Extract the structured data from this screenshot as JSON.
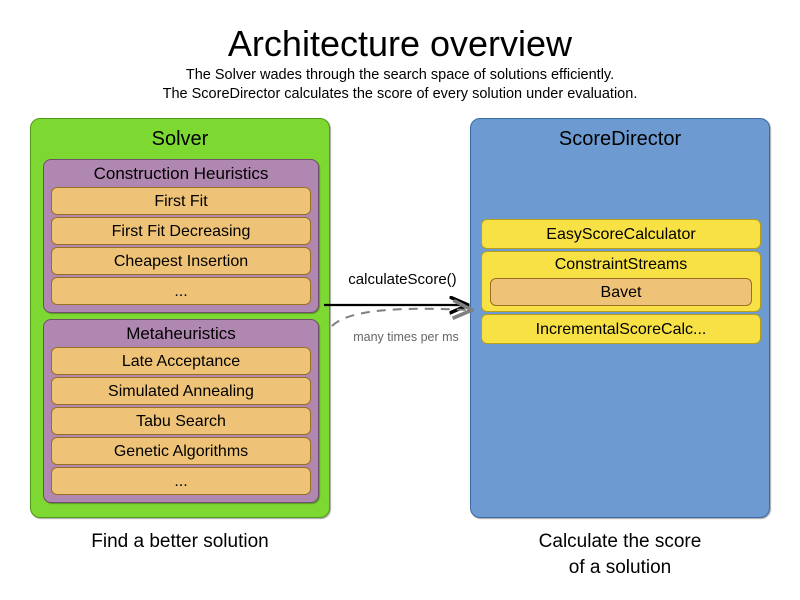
{
  "header": {
    "title": "Architecture overview",
    "subtitle_lines": [
      "The Solver wades through the search space of solutions efficiently.",
      "The ScoreDirector calculates the score of every solution under evaluation."
    ]
  },
  "colors": {
    "solver_panel": "#7ED832",
    "scoredirector_panel": "#6D9BD1",
    "group_purple": "#B087B0",
    "leaf_orange": "#EFC377",
    "leaf_yellow": "#F7E144",
    "arrow_solid": "#000000",
    "arrow_dashed": "#808080"
  },
  "solver": {
    "title": "Solver",
    "caption": "Find a better solution",
    "groups": [
      {
        "title": "Construction Heuristics",
        "items": [
          "First Fit",
          "First Fit Decreasing",
          "Cheapest Insertion",
          "..."
        ]
      },
      {
        "title": "Metaheuristics",
        "items": [
          "Late Acceptance",
          "Simulated Annealing",
          "Tabu Search",
          "Genetic Algorithms",
          "..."
        ]
      }
    ]
  },
  "score_director": {
    "title": "ScoreDirector",
    "caption_lines": [
      "Calculate the score",
      "of a solution"
    ],
    "items": [
      {
        "label": "EasyScoreCalculator",
        "kind": "leaf"
      },
      {
        "label": "ConstraintStreams",
        "kind": "group",
        "children": [
          "Bavet"
        ]
      },
      {
        "label": "IncrementalScoreCalc...",
        "kind": "leaf"
      }
    ]
  },
  "arrows": {
    "call_label": "calculateScore()",
    "return_label": "many times per ms"
  }
}
